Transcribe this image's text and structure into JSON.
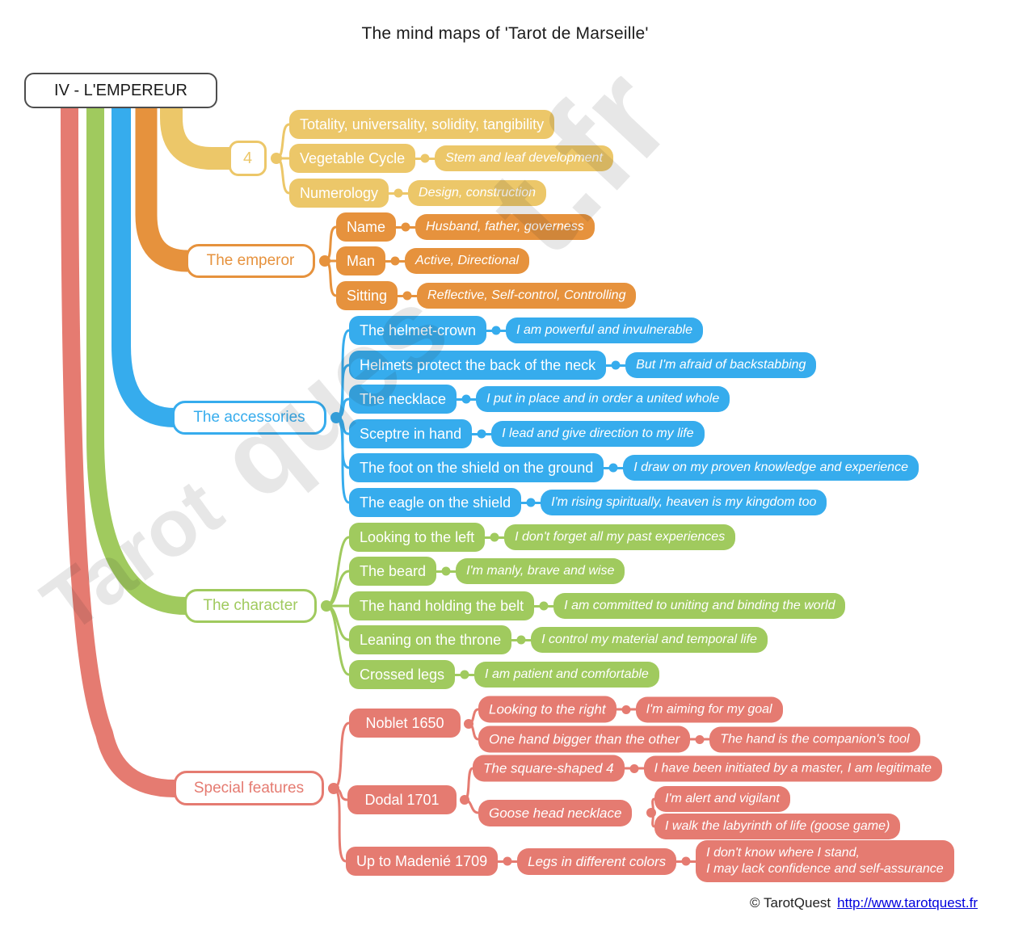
{
  "title": "The mind maps of 'Tarot de Marseille'",
  "root": {
    "label": "IV - L'EMPEREUR"
  },
  "watermark": {
    "text": "Tarotquest.fr",
    "segments": [
      "Tarot",
      "ques",
      "t.fr"
    ]
  },
  "footer": {
    "copyright": "© TarotQuest",
    "url": "http://www.tarotquest.fr"
  },
  "colors": {
    "yellow": "#ecc769",
    "orange": "#e6923d",
    "blue": "#36aced",
    "green": "#a0ca5e",
    "red": "#e57b71",
    "link": "#0000dd"
  },
  "branches": {
    "four": {
      "label": "4",
      "children": [
        {
          "label": "Totality, universality, solidity, tangibility",
          "annotation": ""
        },
        {
          "label": "Vegetable Cycle",
          "annotation": "Stem and leaf development"
        },
        {
          "label": "Numerology",
          "annotation": "Design, construction"
        }
      ]
    },
    "emperor": {
      "label": "The emperor",
      "children": [
        {
          "label": "Name",
          "annotation": "Husband, father, governess"
        },
        {
          "label": "Man",
          "annotation": "Active, Directional"
        },
        {
          "label": "Sitting",
          "annotation": "Reflective, Self-control, Controlling"
        }
      ]
    },
    "accessories": {
      "label": "The accessories",
      "children": [
        {
          "label": "The helmet-crown",
          "annotation": "I am powerful and invulnerable"
        },
        {
          "label": "Helmets protect the back of the neck",
          "annotation": "But I'm afraid of backstabbing"
        },
        {
          "label": "The necklace",
          "annotation": "I put in place and in order a united whole"
        },
        {
          "label": "Sceptre in hand",
          "annotation": "I lead and give direction to my life"
        },
        {
          "label": "The foot on the shield on the ground",
          "annotation": "I draw on my proven knowledge and experience"
        },
        {
          "label": "The eagle on the shield",
          "annotation": "I'm rising spiritually, heaven is my kingdom too"
        }
      ]
    },
    "character": {
      "label": "The character",
      "children": [
        {
          "label": "Looking to the left",
          "annotation": "I don't forget all my past experiences"
        },
        {
          "label": "The beard",
          "annotation": "I'm manly, brave and wise"
        },
        {
          "label": "The hand holding the belt",
          "annotation": "I am committed to uniting and binding the world"
        },
        {
          "label": "Leaning on the throne",
          "annotation": "I control my material and temporal life"
        },
        {
          "label": "Crossed legs",
          "annotation": "I am patient and comfortable"
        }
      ]
    },
    "special": {
      "label": "Special features",
      "children": [
        {
          "label": "Noblet 1650",
          "children": [
            {
              "label": "Looking to the right",
              "annotation": "I'm aiming for my goal"
            },
            {
              "label": "One hand bigger than the other",
              "annotation": "The hand is the companion's tool"
            }
          ]
        },
        {
          "label": "Dodal 1701",
          "children": [
            {
              "label": "The square-shaped 4",
              "annotation": "I have been initiated by a master, I am legitimate"
            },
            {
              "label": "Goose head necklace",
              "children": [
                {
                  "label": "I'm alert and vigilant"
                },
                {
                  "label": "I walk the labyrinth of life (goose game)"
                }
              ]
            }
          ]
        },
        {
          "label": "Up to Madenié 1709",
          "children": [
            {
              "label": "Legs in different colors",
              "annotation": "I don't know where I stand,\nI may lack confidence and self-assurance"
            }
          ]
        }
      ]
    }
  }
}
